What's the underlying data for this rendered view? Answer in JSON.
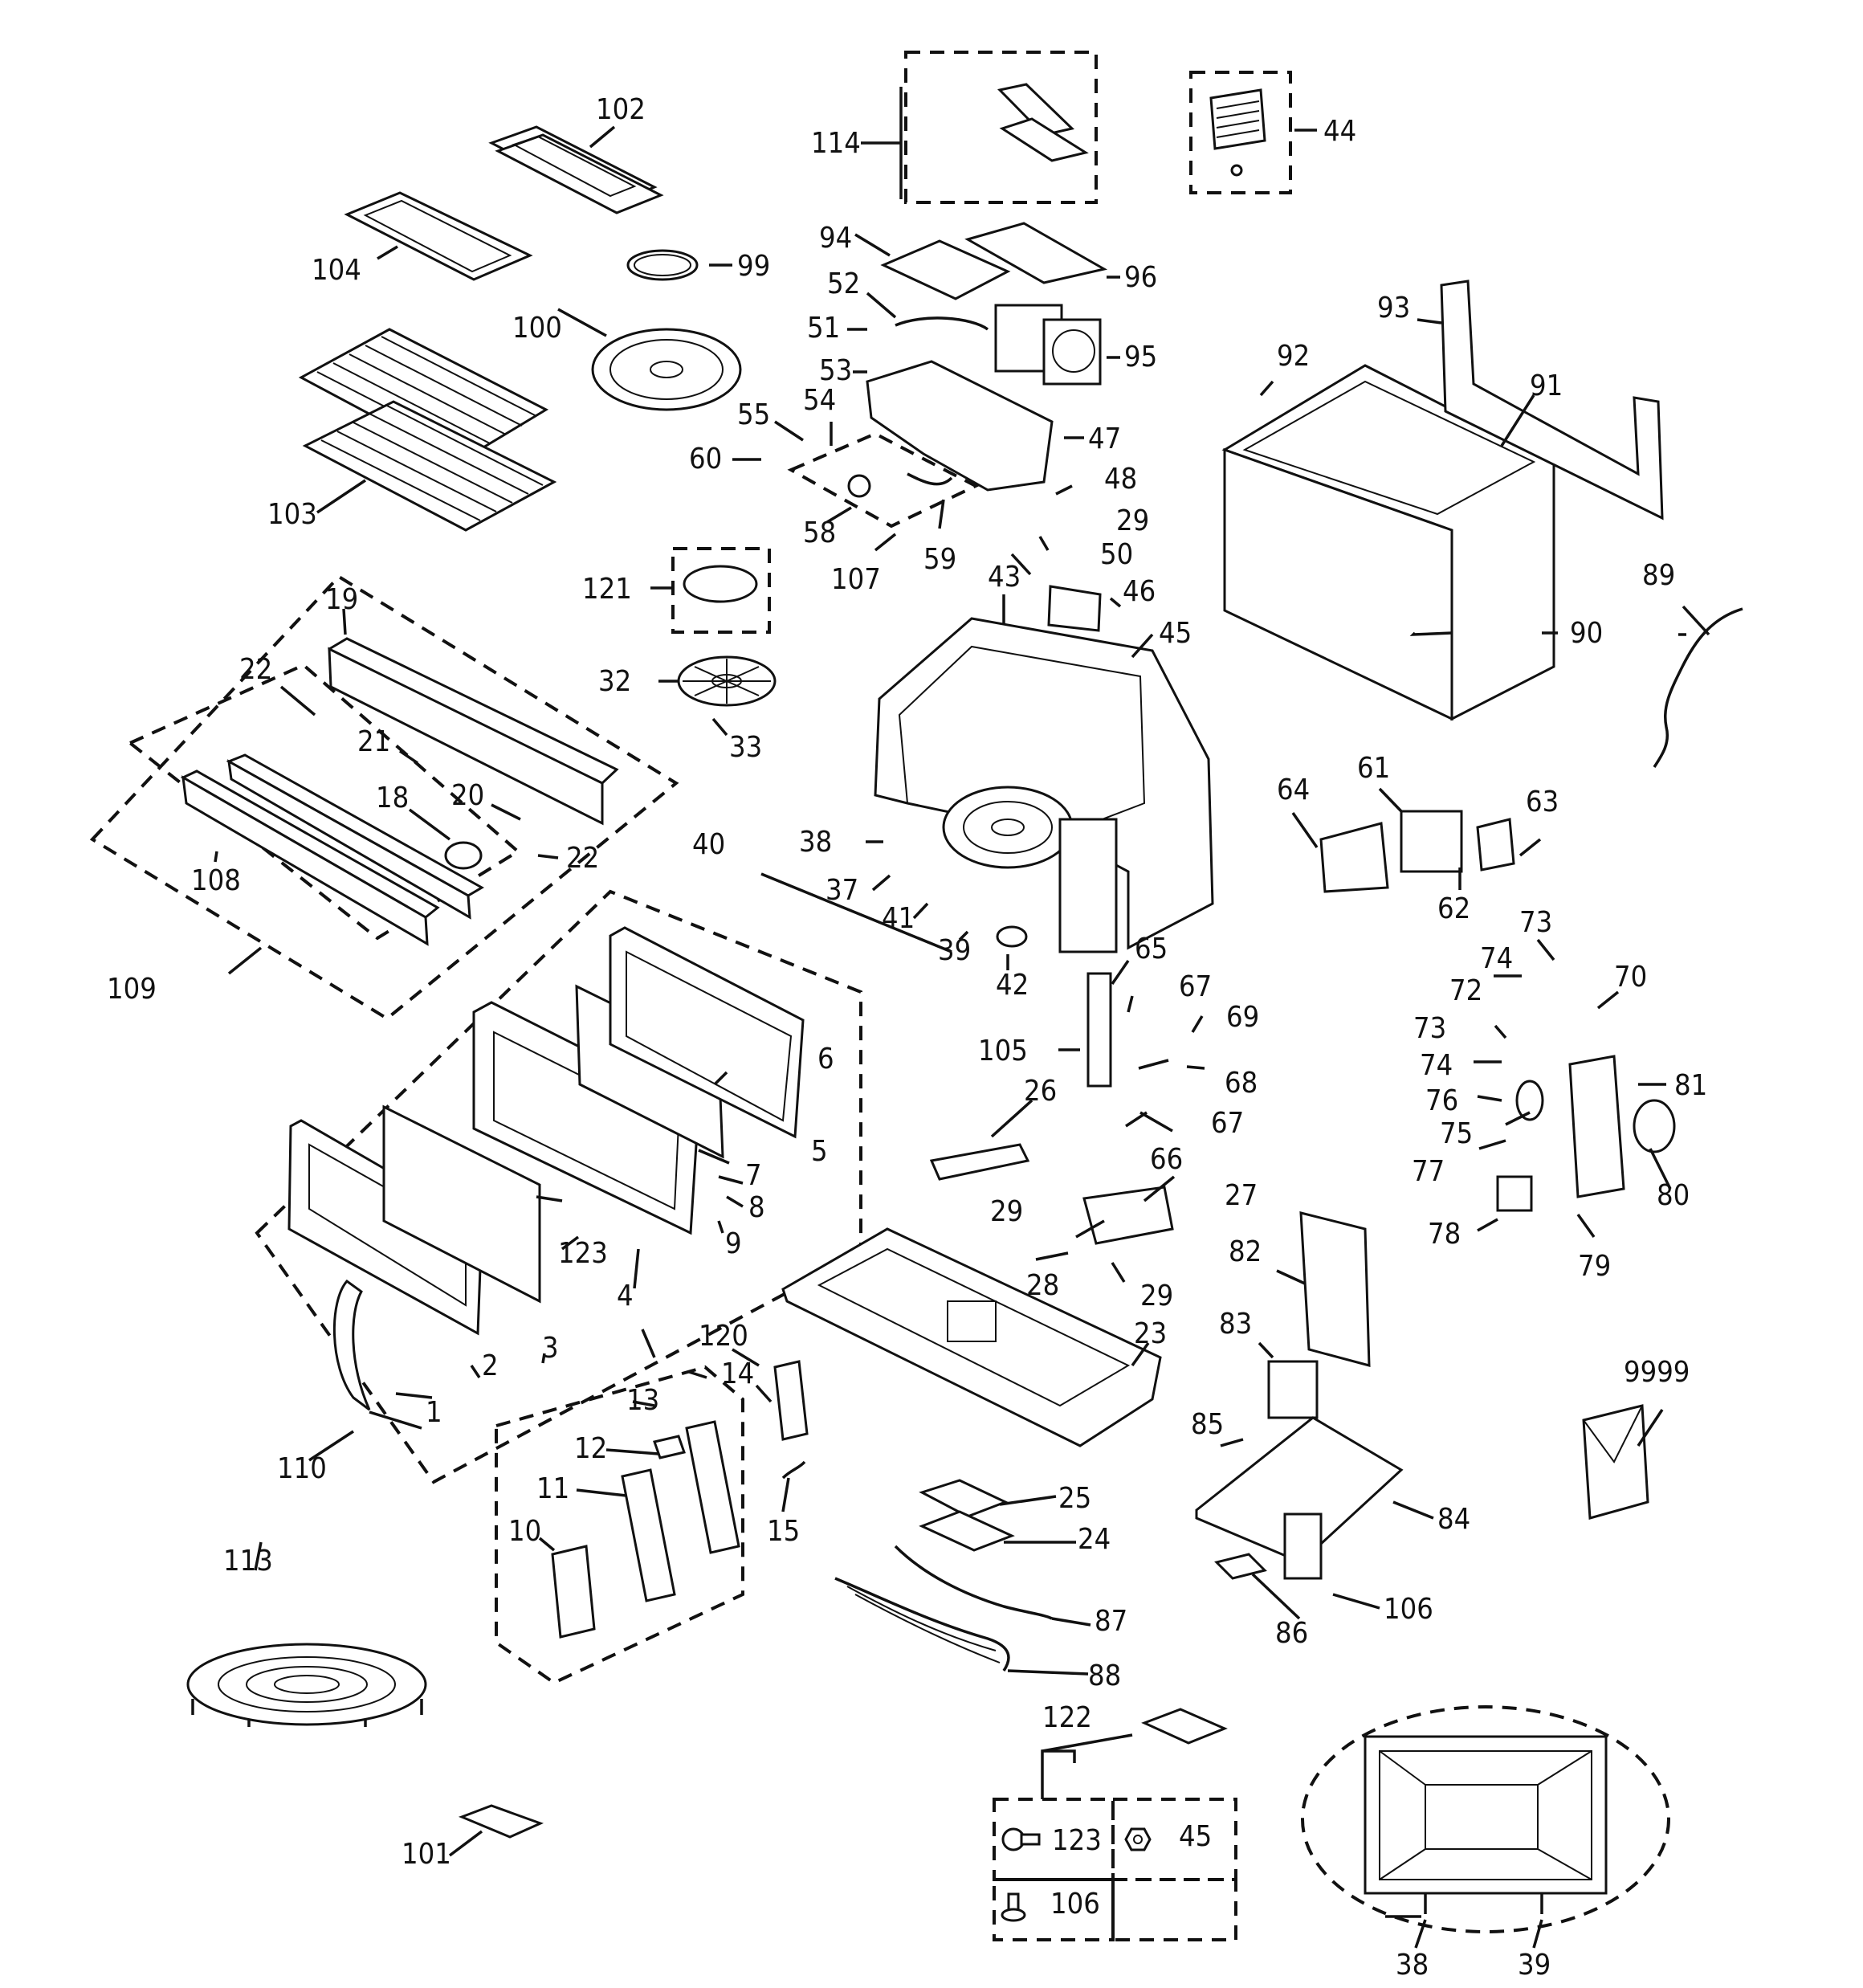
{
  "diagram": {
    "callouts": [
      {
        "id": "c1",
        "text": "1"
      },
      {
        "id": "c2",
        "text": "2"
      },
      {
        "id": "c3",
        "text": "3"
      },
      {
        "id": "c4",
        "text": "4"
      },
      {
        "id": "c5",
        "text": "5"
      },
      {
        "id": "c6",
        "text": "6"
      },
      {
        "id": "c7",
        "text": "7"
      },
      {
        "id": "c8",
        "text": "8"
      },
      {
        "id": "c9",
        "text": "9"
      },
      {
        "id": "c10",
        "text": "10"
      },
      {
        "id": "c11",
        "text": "11"
      },
      {
        "id": "c12",
        "text": "12"
      },
      {
        "id": "c13",
        "text": "13"
      },
      {
        "id": "c14",
        "text": "14"
      },
      {
        "id": "c15",
        "text": "15"
      },
      {
        "id": "c18",
        "text": "18"
      },
      {
        "id": "c19",
        "text": "19"
      },
      {
        "id": "c20",
        "text": "20"
      },
      {
        "id": "c21",
        "text": "21"
      },
      {
        "id": "c22a",
        "text": "22"
      },
      {
        "id": "c22b",
        "text": "22"
      },
      {
        "id": "c23",
        "text": "23"
      },
      {
        "id": "c24",
        "text": "24"
      },
      {
        "id": "c25",
        "text": "25"
      },
      {
        "id": "c26",
        "text": "26"
      },
      {
        "id": "c27",
        "text": "27"
      },
      {
        "id": "c28",
        "text": "28"
      },
      {
        "id": "c29a",
        "text": "29"
      },
      {
        "id": "c29b",
        "text": "29"
      },
      {
        "id": "c29c",
        "text": "29"
      },
      {
        "id": "c32",
        "text": "32"
      },
      {
        "id": "c33",
        "text": "33"
      },
      {
        "id": "c37",
        "text": "37"
      },
      {
        "id": "c38a",
        "text": "38"
      },
      {
        "id": "c38b",
        "text": "38"
      },
      {
        "id": "c39a",
        "text": "39"
      },
      {
        "id": "c39b",
        "text": "39"
      },
      {
        "id": "c40",
        "text": "40"
      },
      {
        "id": "c41",
        "text": "41"
      },
      {
        "id": "c42",
        "text": "42"
      },
      {
        "id": "c43",
        "text": "43"
      },
      {
        "id": "c44",
        "text": "44"
      },
      {
        "id": "c45a",
        "text": "45"
      },
      {
        "id": "c45b",
        "text": "45"
      },
      {
        "id": "c46",
        "text": "46"
      },
      {
        "id": "c47",
        "text": "47"
      },
      {
        "id": "c48",
        "text": "48"
      },
      {
        "id": "c50",
        "text": "50"
      },
      {
        "id": "c51",
        "text": "51"
      },
      {
        "id": "c52",
        "text": "52"
      },
      {
        "id": "c53",
        "text": "53"
      },
      {
        "id": "c54",
        "text": "54"
      },
      {
        "id": "c55",
        "text": "55"
      },
      {
        "id": "c58",
        "text": "58"
      },
      {
        "id": "c59",
        "text": "59"
      },
      {
        "id": "c60",
        "text": "60"
      },
      {
        "id": "c61",
        "text": "61"
      },
      {
        "id": "c62",
        "text": "62"
      },
      {
        "id": "c63",
        "text": "63"
      },
      {
        "id": "c64",
        "text": "64"
      },
      {
        "id": "c65",
        "text": "65"
      },
      {
        "id": "c66",
        "text": "66"
      },
      {
        "id": "c67a",
        "text": "67"
      },
      {
        "id": "c67b",
        "text": "67"
      },
      {
        "id": "c68",
        "text": "68"
      },
      {
        "id": "c69",
        "text": "69"
      },
      {
        "id": "c70",
        "text": "70"
      },
      {
        "id": "c72",
        "text": "72"
      },
      {
        "id": "c73a",
        "text": "73"
      },
      {
        "id": "c73b",
        "text": "73"
      },
      {
        "id": "c74a",
        "text": "74"
      },
      {
        "id": "c74b",
        "text": "74"
      },
      {
        "id": "c75",
        "text": "75"
      },
      {
        "id": "c76",
        "text": "76"
      },
      {
        "id": "c77",
        "text": "77"
      },
      {
        "id": "c78",
        "text": "78"
      },
      {
        "id": "c79",
        "text": "79"
      },
      {
        "id": "c80",
        "text": "80"
      },
      {
        "id": "c81",
        "text": "81"
      },
      {
        "id": "c82",
        "text": "82"
      },
      {
        "id": "c83",
        "text": "83"
      },
      {
        "id": "c84",
        "text": "84"
      },
      {
        "id": "c85",
        "text": "85"
      },
      {
        "id": "c86",
        "text": "86"
      },
      {
        "id": "c87",
        "text": "87"
      },
      {
        "id": "c88",
        "text": "88"
      },
      {
        "id": "c89",
        "text": "89"
      },
      {
        "id": "c90",
        "text": "90"
      },
      {
        "id": "c91",
        "text": "91"
      },
      {
        "id": "c92",
        "text": "92"
      },
      {
        "id": "c93",
        "text": "93"
      },
      {
        "id": "c94",
        "text": "94"
      },
      {
        "id": "c95",
        "text": "95"
      },
      {
        "id": "c96",
        "text": "96"
      },
      {
        "id": "c99",
        "text": "99"
      },
      {
        "id": "c100",
        "text": "100"
      },
      {
        "id": "c101",
        "text": "101"
      },
      {
        "id": "c102",
        "text": "102"
      },
      {
        "id": "c103",
        "text": "103"
      },
      {
        "id": "c104",
        "text": "104"
      },
      {
        "id": "c105",
        "text": "105"
      },
      {
        "id": "c106a",
        "text": "106"
      },
      {
        "id": "c106b",
        "text": "106"
      },
      {
        "id": "c107",
        "text": "107"
      },
      {
        "id": "c108",
        "text": "108"
      },
      {
        "id": "c109",
        "text": "109"
      },
      {
        "id": "c110",
        "text": "110"
      },
      {
        "id": "c113",
        "text": "113"
      },
      {
        "id": "c114",
        "text": "114"
      },
      {
        "id": "c120",
        "text": "120"
      },
      {
        "id": "c121",
        "text": "121"
      },
      {
        "id": "c122",
        "text": "122"
      },
      {
        "id": "c123a",
        "text": "123"
      },
      {
        "id": "c123b",
        "text": "123"
      },
      {
        "id": "c9999",
        "text": "9999"
      }
    ]
  }
}
